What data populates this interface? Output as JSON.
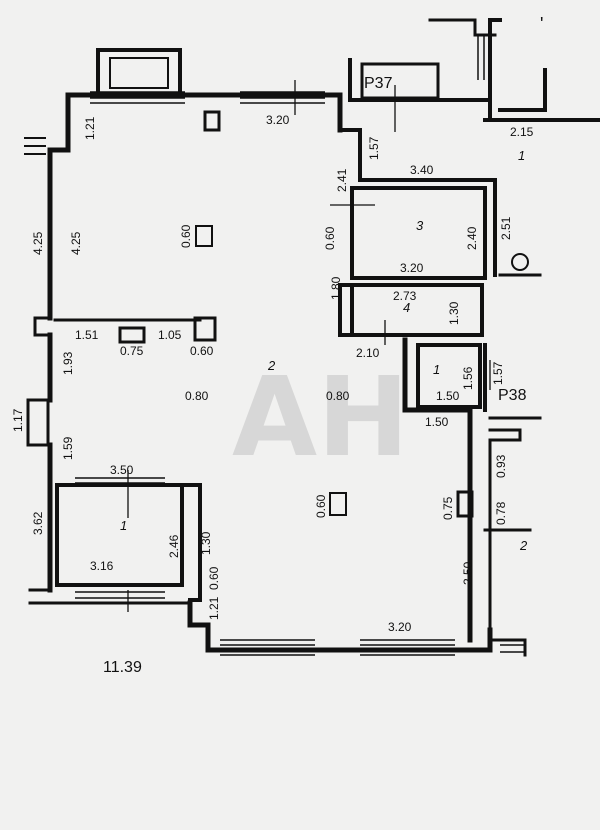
{
  "watermark": "AH",
  "labels": {
    "p37": "P37",
    "p38": "P38",
    "total": "11.39",
    "tick": "'"
  },
  "rooms": {
    "r1_left": "1",
    "r1_right": "1",
    "r1_small": "1",
    "r2": "2",
    "r2_edge": "2",
    "r3": "3",
    "r4": "4"
  },
  "dims": {
    "top_320": "3.20",
    "d121_top": "1.21",
    "d425_outer": "4.25",
    "d425_inner": "4.25",
    "d060_a": "0.60",
    "d151": "1.51",
    "d105": "1.05",
    "d075_a": "0.75",
    "d060_b": "0.60",
    "d193": "1.93",
    "d117": "1.17",
    "d159": "1.59",
    "d080_a": "0.80",
    "d080_b": "0.80",
    "d350": "3.50",
    "d362": "3.62",
    "d246": "2.46",
    "d130_a": "1.30",
    "d316": "3.16",
    "d060_c": "0.60",
    "d121_bot": "1.21",
    "d060_d": "0.60",
    "bot_320": "3.20",
    "d157_a": "1.57",
    "d215": "2.15",
    "d340": "3.40",
    "d241": "2.41",
    "d060_e": "0.60",
    "d240": "2.40",
    "d251": "2.51",
    "d320_r3": "3.20",
    "d180": "1.80",
    "d273": "2.73",
    "d130_b": "1.30",
    "d210": "2.10",
    "d156": "1.56",
    "d157_b": "1.57",
    "d150_a": "1.50",
    "d150_b": "1.50",
    "d093": "0.93",
    "d075_b": "0.75",
    "d078": "0.78",
    "d250": "2.50"
  }
}
